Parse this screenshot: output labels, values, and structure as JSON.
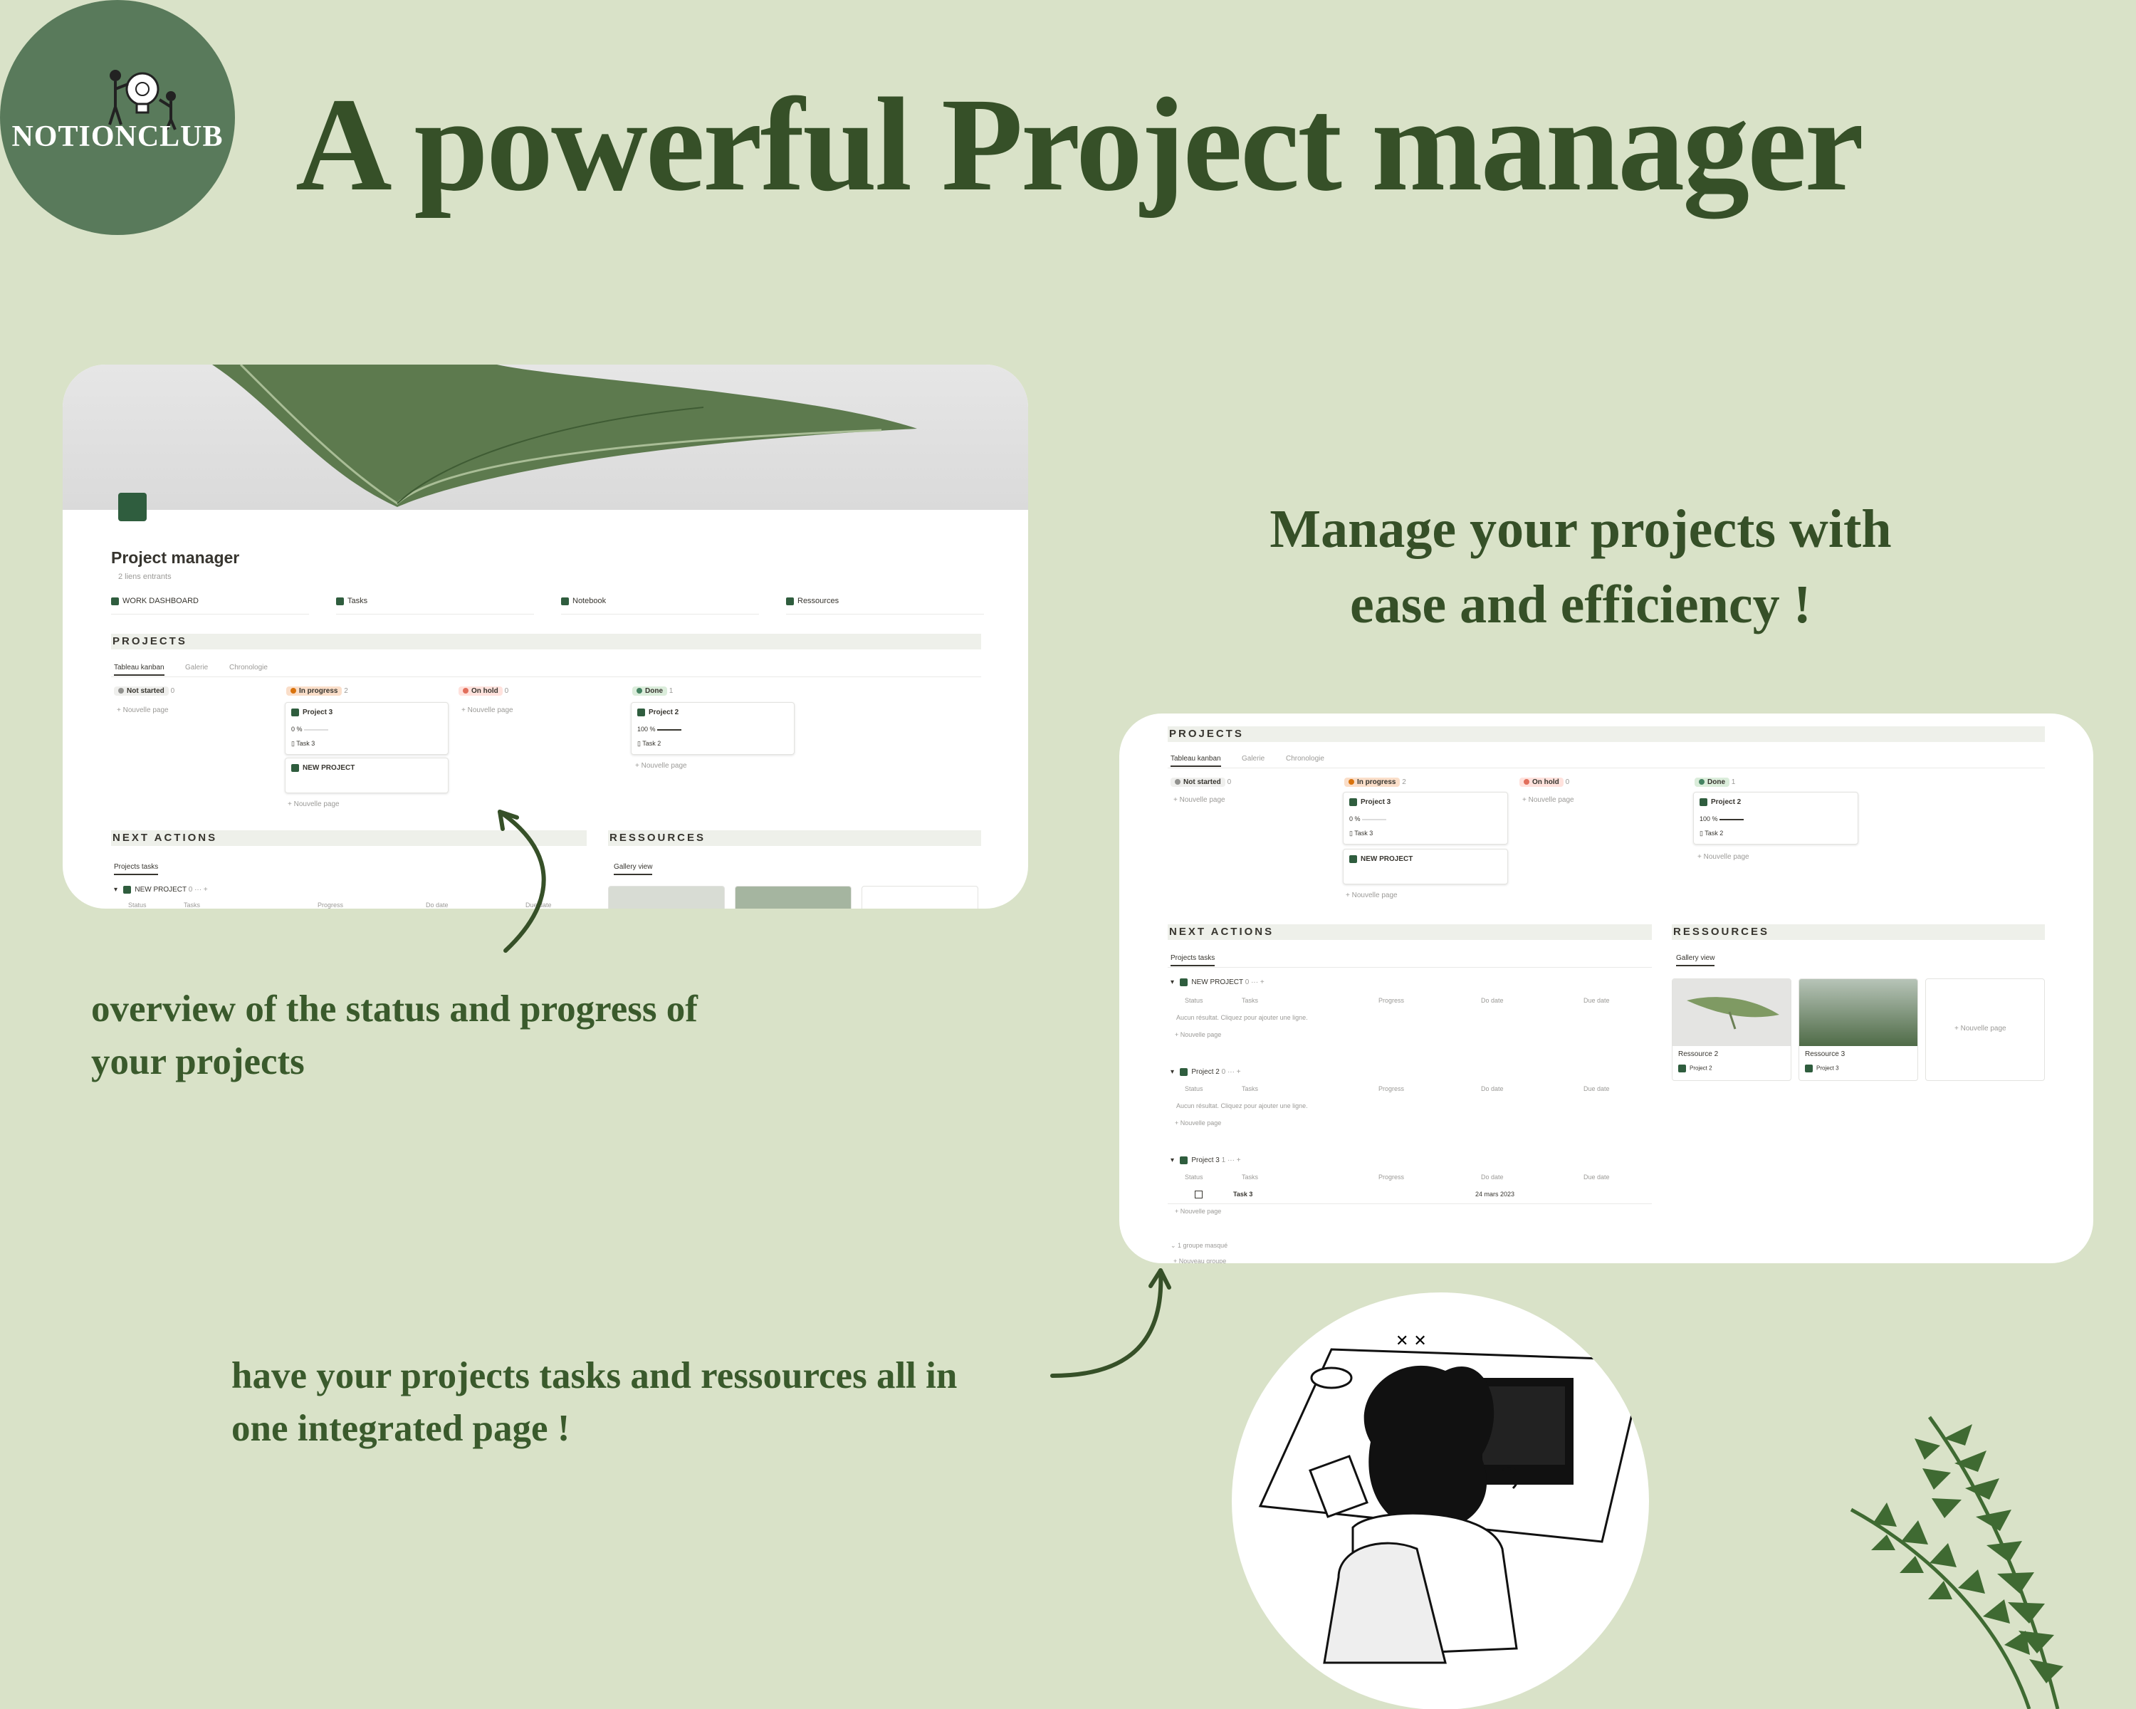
{
  "logo": {
    "text": "NOTIONCLUB"
  },
  "title": "A powerful Project manager",
  "tagline": {
    "line1": "Manage your projects with",
    "line2": "ease and efficiency !"
  },
  "caption_overview": {
    "line1": "overview of the status and progress of",
    "line2": "your projects"
  },
  "caption_integrated": {
    "line1": "have your projects tasks and ressources all in",
    "line2": "one integrated page !"
  },
  "shot1": {
    "page_title": "Project manager",
    "backlinks": "2 liens entrants",
    "links": [
      "WORK DASHBOARD",
      "Tasks",
      "Notebook",
      "Ressources"
    ],
    "projects_heading": "PROJECTS",
    "tabs": [
      "Tableau kanban",
      "Galerie",
      "Chronologie"
    ],
    "columns": [
      {
        "label": "Not started",
        "count": "0"
      },
      {
        "label": "In progress",
        "count": "2"
      },
      {
        "label": "On hold",
        "count": "0"
      },
      {
        "label": "Done",
        "count": "1"
      }
    ],
    "new_page": "Nouvelle page",
    "cards": {
      "project3": {
        "title": "Project 3",
        "progress": "0 %",
        "task": "Task 3"
      },
      "new_project": {
        "title": "NEW PROJECT"
      },
      "project2": {
        "title": "Project 2",
        "progress": "100 %",
        "task": "Task 2"
      }
    },
    "next_actions_heading": "NEXT ACTIONS",
    "ressources_heading": "RESSOURCES",
    "projects_tasks_tab": "Projects tasks",
    "gallery_view_tab": "Gallery view",
    "group_new_project": {
      "name": "NEW PROJECT",
      "count": "0"
    },
    "col_headers": [
      "Status",
      "Tasks",
      "Progress",
      "Do date",
      "Due date"
    ]
  },
  "shot2": {
    "projects_heading": "PROJECTS",
    "tabs": [
      "Tableau kanban",
      "Galerie",
      "Chronologie"
    ],
    "columns": [
      {
        "label": "Not started",
        "count": "0"
      },
      {
        "label": "In progress",
        "count": "2"
      },
      {
        "label": "On hold",
        "count": "0"
      },
      {
        "label": "Done",
        "count": "1"
      }
    ],
    "new_page": "Nouvelle page",
    "cards": {
      "project3": {
        "title": "Project 3",
        "progress": "0 %",
        "task": "Task 3"
      },
      "new_project": {
        "title": "NEW PROJECT"
      },
      "project2": {
        "title": "Project 2",
        "progress": "100 %",
        "task": "Task 2"
      }
    },
    "next_actions_heading": "NEXT ACTIONS",
    "ressources_heading": "RESSOURCES",
    "projects_tasks_tab": "Projects tasks",
    "gallery_view_tab": "Gallery view",
    "col_headers": [
      "Status",
      "Tasks",
      "Progress",
      "Do date",
      "Due date"
    ],
    "empty_text": "Aucun résultat. Cliquez pour ajouter une ligne.",
    "groups": [
      {
        "name": "NEW PROJECT",
        "count": "0"
      },
      {
        "name": "Project 2",
        "count": "0"
      },
      {
        "name": "Project 3",
        "count": "1"
      }
    ],
    "task_row": {
      "task": "Task 3",
      "do_date": "24 mars 2023"
    },
    "hidden_group": "1 groupe masqué",
    "new_group": "Nouveau groupe",
    "resources": [
      {
        "title": "Ressource 2",
        "project": "Project 2"
      },
      {
        "title": "Ressource 3",
        "project": "Project 3"
      }
    ]
  },
  "colors": {
    "background": "#d9e2c8",
    "title": "#365028",
    "logo": "#597a5b",
    "in_progress": "#fadec9",
    "on_hold": "#ffe2dd",
    "done": "#dbeddb"
  }
}
